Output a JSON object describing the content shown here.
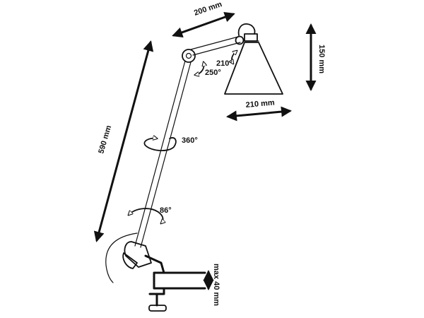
{
  "dimensions": {
    "upper_arm": "200 mm",
    "shade_height": "150 mm",
    "shade_diameter": "210 mm",
    "total_height": "590 mm",
    "clamp_max": "max 40 mm"
  },
  "rotations": {
    "shade_tilt": "210°",
    "elbow": "250°",
    "column": "360°",
    "base": "86°"
  },
  "colors": {
    "line": "#111111",
    "background": "#ffffff"
  }
}
